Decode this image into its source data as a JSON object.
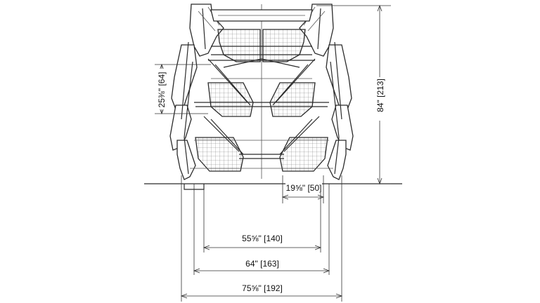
{
  "dimensions": {
    "overall_height": "84\" [213]",
    "tier_spacing": "25⅜\" [64]",
    "cage_depth": "19⅝\" [50]",
    "walkway_width": "55⅝\" [140]",
    "base_width": "64\" [163]",
    "overall_width": "75⅝\" [192]"
  },
  "colors": {
    "line": "#2b2b2b",
    "mesh": "#777777",
    "text": "#111111"
  }
}
